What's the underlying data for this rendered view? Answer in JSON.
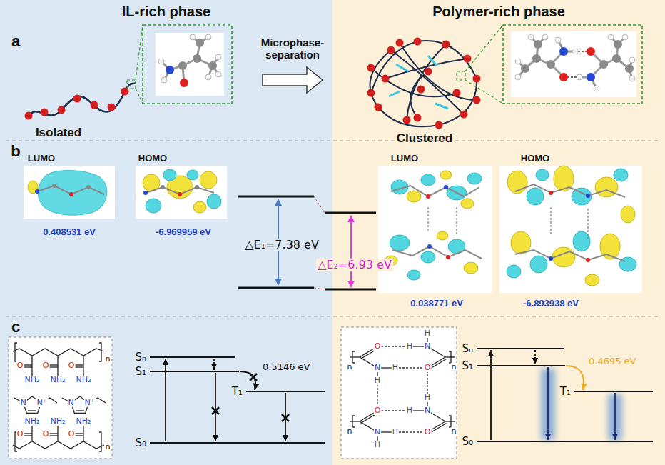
{
  "diagram": {
    "nodes": [
      {
        "text": [
          "IL-rich phase"
        ]
      },
      {
        "text": [
          "Polymer-rich phase"
        ]
      },
      {
        "text": [
          "Sₙ"
        ],
        "in": 0
      },
      {
        "text": [
          "S₁"
        ],
        "in": 0
      },
      {
        "text": [
          "T₁"
        ],
        "in": 0
      },
      {
        "text": [
          "S₀"
        ],
        "in": 0
      },
      {
        "text": [
          "Sₙ"
        ],
        "in": 1
      },
      {
        "text": [
          "S₁"
        ],
        "in": 1
      },
      {
        "text": [
          "T₁"
        ],
        "in": 1
      },
      {
        "text": [
          "S₀"
        ],
        "in": 1
      }
    ],
    "edges": [
      {
        "from": 5,
        "to": 2,
        "arrow": "to"
      },
      {
        "from": 2,
        "to": 3,
        "arrow": "to"
      },
      {
        "from": 3,
        "to": 5,
        "arrow": "to"
      },
      {
        "from": 3,
        "to": 4,
        "arrow": "to",
        "label": "0.5146 eV"
      },
      {
        "from": 4,
        "to": 5,
        "arrow": "to"
      },
      {
        "from": 9,
        "to": 6,
        "arrow": "to"
      },
      {
        "from": 6,
        "to": 7,
        "arrow": "to"
      },
      {
        "from": 7,
        "to": 9,
        "arrow": "to"
      },
      {
        "from": 7,
        "to": 8,
        "arrow": "to",
        "label": "0.4695 eV"
      },
      {
        "from": 8,
        "to": 9,
        "arrow": "to"
      }
    ],
    "labels": [
      "a",
      "b",
      "c",
      "Isolated",
      "Microphase- separation",
      "Clustered",
      "LUMO",
      "HOMO",
      "0.408531 eV",
      "-6.969959 eV",
      "△E₁=7.38 eV",
      "△E₂=6.93 eV",
      "LUMO",
      "HOMO",
      "0.038771 eV",
      "-6.893938 eV",
      "O",
      "NH₂",
      "O",
      "NH₂",
      "O",
      "NH₂",
      "n",
      "N",
      "N⁺",
      "N",
      "N⁺",
      "O",
      "NH₂",
      "O",
      "NH₂",
      "O",
      "NH₂",
      "n",
      "O",
      "N",
      "H",
      "H",
      "N",
      "H",
      "H",
      "O",
      "O",
      "N",
      "H",
      "H",
      "N",
      "H",
      "H",
      "O",
      "n",
      "n",
      "n",
      "n"
    ]
  }
}
